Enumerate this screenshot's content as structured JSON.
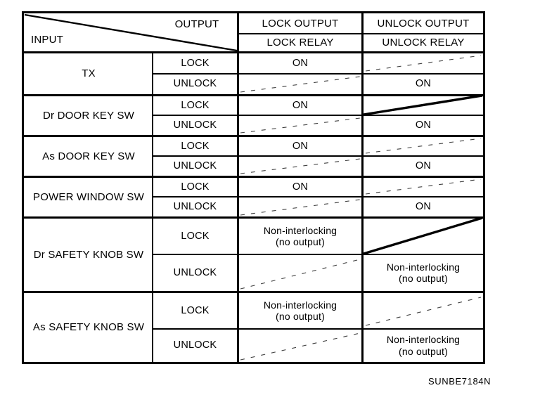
{
  "figure": {
    "caption_code": "SUNBE7184N",
    "colors": {
      "ink": "#000000",
      "paper": "#ffffff"
    }
  },
  "table": {
    "corner": {
      "output_label": "OUTPUT",
      "input_label": "INPUT"
    },
    "column_groups": [
      {
        "title": "LOCK OUTPUT",
        "subtitle": "LOCK RELAY"
      },
      {
        "title": "UNLOCK OUTPUT",
        "subtitle": "UNLOCK RELAY"
      }
    ],
    "operations": {
      "lock": "LOCK",
      "unlock": "UNLOCK"
    },
    "rows": [
      {
        "input": "TX",
        "lock": {
          "lock_relay": "ON",
          "unlock_relay": ""
        },
        "unlock": {
          "lock_relay": "",
          "unlock_relay": "ON"
        }
      },
      {
        "input": "Dr DOOR KEY SW",
        "lock": {
          "lock_relay": "ON",
          "unlock_relay": ""
        },
        "unlock": {
          "lock_relay": "",
          "unlock_relay": "ON"
        }
      },
      {
        "input": "As DOOR KEY SW",
        "lock": {
          "lock_relay": "ON",
          "unlock_relay": ""
        },
        "unlock": {
          "lock_relay": "",
          "unlock_relay": "ON"
        }
      },
      {
        "input": "POWER WINDOW SW",
        "lock": {
          "lock_relay": "ON",
          "unlock_relay": ""
        },
        "unlock": {
          "lock_relay": "",
          "unlock_relay": "ON"
        }
      },
      {
        "input": "Dr SAFETY KNOB SW",
        "lock": {
          "lock_relay": "Non-interlocking\n(no output)",
          "unlock_relay": ""
        },
        "unlock": {
          "lock_relay": "",
          "unlock_relay": "Non-interlocking\n(no output)"
        }
      },
      {
        "input": "As SAFETY KNOB SW",
        "lock": {
          "lock_relay": "Non-interlocking\n(no output)",
          "unlock_relay": ""
        },
        "unlock": {
          "lock_relay": "",
          "unlock_relay": "Non-interlocking\n(no output)"
        }
      }
    ]
  }
}
